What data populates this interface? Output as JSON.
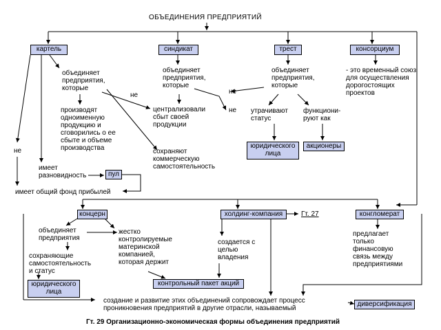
{
  "title": "ОБЪЕДИНЕНИЯ ПРЕДПРИЯТИЙ",
  "types": {
    "cartel": "картель",
    "syndicate": "синдикат",
    "trust": "трест",
    "consortium": "консорциум",
    "concern": "концерн",
    "holding": "холдинг-компания",
    "conglomerate": "конгломерат",
    "pool": "пул"
  },
  "texts": {
    "cartel_unites": "объединяет\nпредприятия,\nкоторые",
    "syndicate_unites": "объединяет\nпредприятия,\nкоторые",
    "trust_unites": "объединяет\nпредприятия,\nкоторые",
    "consortium_def": "- это временный союз\nдля осуществления\nдорогостоящих\nпроектов",
    "not1": "не",
    "not2": "не",
    "not3": "не",
    "not4": "не",
    "produce": "производят\nодноименную\nпродукцию и\nсговорились о ее\nсбыте и объеме\nпроизводства",
    "centralized": "централизовали\nсбыт своей\nпродукции",
    "keep_commercial": "сохраняют\nкоммерческую\nсамостоятельность",
    "lose_status": "утрачивают\nстатус",
    "function_as": "функциони-\nруют как",
    "has_variety": "имеет\nразновидность",
    "common_fund": "имеет общий фонд прибылей",
    "concern_unites": "объединяет\nпредприятия",
    "concern_keep": "сохраняющие\nсамостоятельность\nи статус",
    "strict_control": "жестко\nконтролируемые\nматеринской\nкомпанией,\nкоторая держит",
    "created_for": "создается с\nцелью\nвладения",
    "offers": "предлагает\nтолько\nфинансовую\nсвязь между\nпредприятиями",
    "diversification_text": "создание и развитие этих объединений сопровождает процесс\nпроникновения предприятий в другие отрасли, называемый"
  },
  "boxes": {
    "legal_entity_1": "юридического\nлица",
    "shareholders": "акционеры",
    "legal_entity_2": "юридического\nлица",
    "control_stake": "контрольный пакет акций",
    "diversification": "диверсификация"
  },
  "ref": "Гт. 27",
  "caption": "Гт. 29 Организационно-экономическая формы объединения предприятий"
}
